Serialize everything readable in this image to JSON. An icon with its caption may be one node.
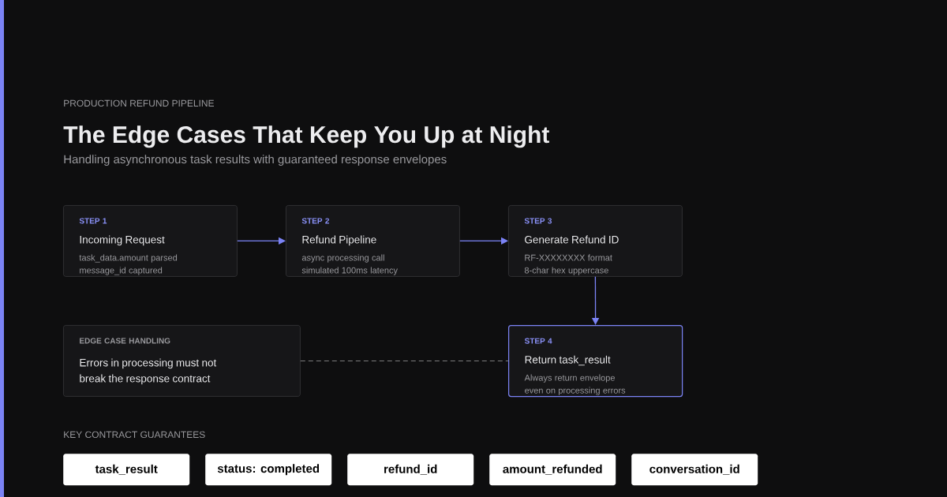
{
  "diagram": {
    "title": "The Edge Cases That Keep You Up at Night",
    "nodes": [
      {
        "text": [
          "STEP 1",
          "Incoming Request",
          "task_data.amount parsed",
          "message_id captured"
        ]
      },
      {
        "text": [
          "STEP 2",
          "Refund Pipeline",
          "async processing call",
          "simulated 100ms latency"
        ]
      },
      {
        "text": [
          "STEP 3",
          "Generate Refund ID",
          "RF-XXXXXXXX format",
          "8-char hex uppercase"
        ]
      },
      {
        "text": [
          "EDGE CASE HANDLING",
          "Errors in processing must not break the response contract"
        ]
      },
      {
        "text": [
          "STEP 4",
          "Return task_result",
          "Always return envelope",
          "even on processing errors"
        ]
      },
      {
        "text": [
          "task_result"
        ]
      },
      {
        "text": [
          "status: completed"
        ]
      },
      {
        "text": [
          "refund_id"
        ]
      },
      {
        "text": [
          "amount_refunded"
        ]
      },
      {
        "text": [
          "conversation_id"
        ]
      }
    ],
    "edges": [
      {
        "from": 0,
        "to": 1,
        "arrow": "to"
      },
      {
        "from": 1,
        "to": 2,
        "arrow": "to"
      },
      {
        "from": 2,
        "to": 4,
        "arrow": "to"
      },
      {
        "from": 3,
        "to": 4,
        "arrow": "none",
        "style": "dashed",
        "color": "#7a7a7a"
      }
    ],
    "labels": [
      "PRODUCTION REFUND PIPELINE",
      "Handling asynchronous task results with guaranteed response envelopes",
      "KEY CONTRACT GUARANTEES"
    ]
  }
}
